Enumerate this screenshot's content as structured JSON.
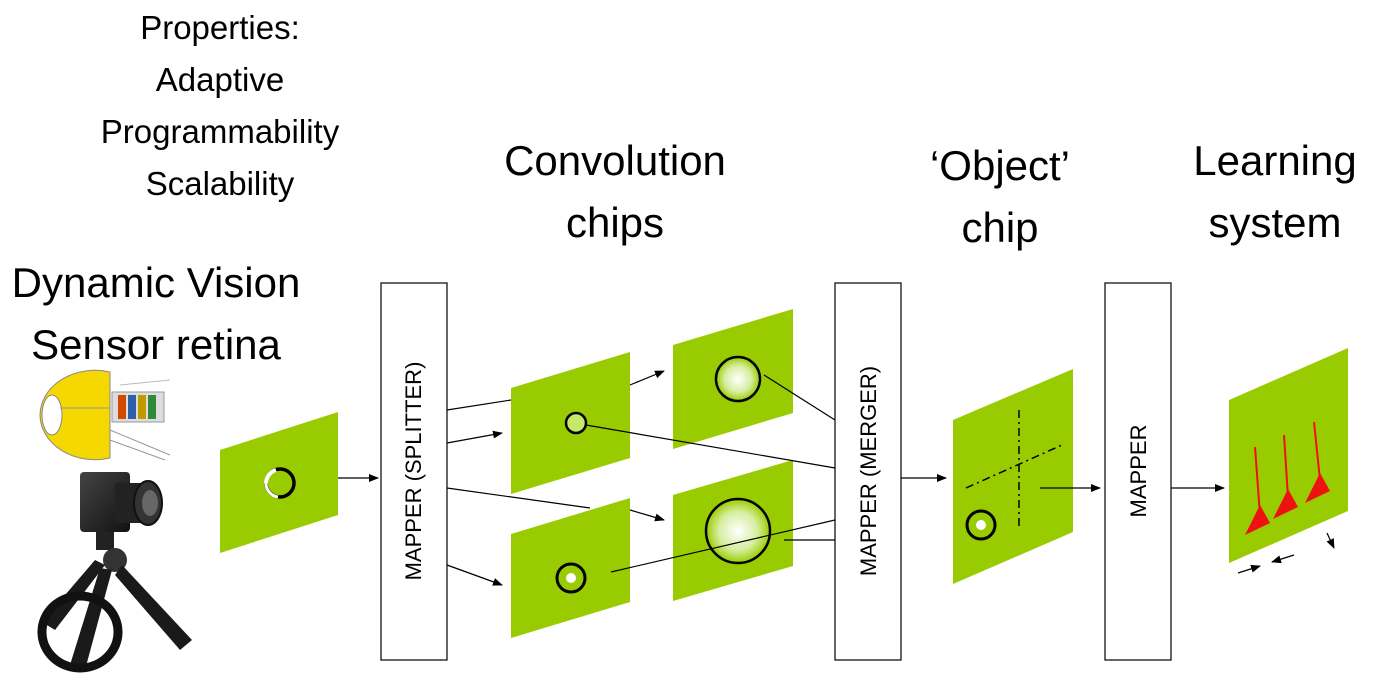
{
  "properties": {
    "heading": "Properties:",
    "items": [
      "Adaptive",
      "Programmability",
      "Scalability"
    ]
  },
  "retina_label": [
    "Dynamic Vision",
    "Sensor retina"
  ],
  "convolution_label": [
    "Convolution",
    "chips"
  ],
  "object_label": [
    "‘Object’",
    "chip"
  ],
  "learning_label": [
    "Learning",
    "system"
  ],
  "mappers": {
    "splitter": "MAPPER (SPLITTER)",
    "merger": "MAPPER (MERGER)",
    "mapper": "MAPPER"
  },
  "colors": {
    "panel_green": "#99cc00",
    "neuron_red": "#ee1111",
    "eye_yellow": "#f5d800"
  },
  "icons": [
    "eye-diagram-icon",
    "camera-on-tripod-icon"
  ]
}
